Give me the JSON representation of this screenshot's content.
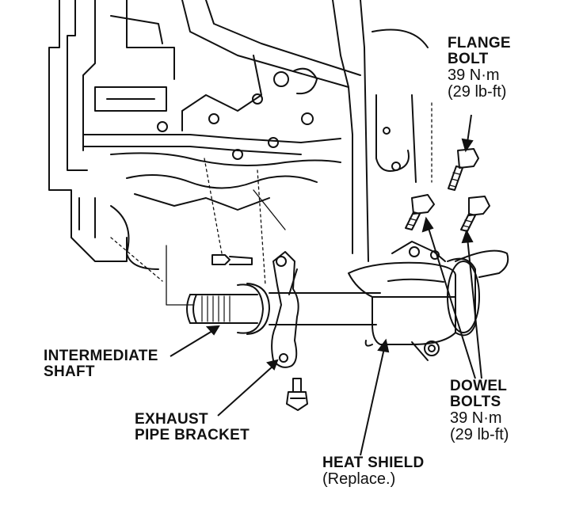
{
  "labels": {
    "flange_bolt": {
      "title_line1": "FLANGE",
      "title_line2": "BOLT",
      "torque_nm": "39 N·m",
      "torque_lbft": "(29 lb-ft)"
    },
    "dowel_bolts": {
      "title_line1": "DOWEL",
      "title_line2": "BOLTS",
      "torque_nm": "39 N·m",
      "torque_lbft": "(29 lb-ft)"
    },
    "intermediate_shaft": {
      "line1": "INTERMEDIATE",
      "line2": "SHAFT"
    },
    "exhaust_pipe_bracket": {
      "line1": "EXHAUST",
      "line2": "PIPE BRACKET"
    },
    "heat_shield": {
      "title": "HEAT SHIELD",
      "note": "(Replace.)"
    }
  },
  "colors": {
    "ink": "#111111",
    "paper": "#ffffff",
    "shade": "#c8c8c8"
  }
}
